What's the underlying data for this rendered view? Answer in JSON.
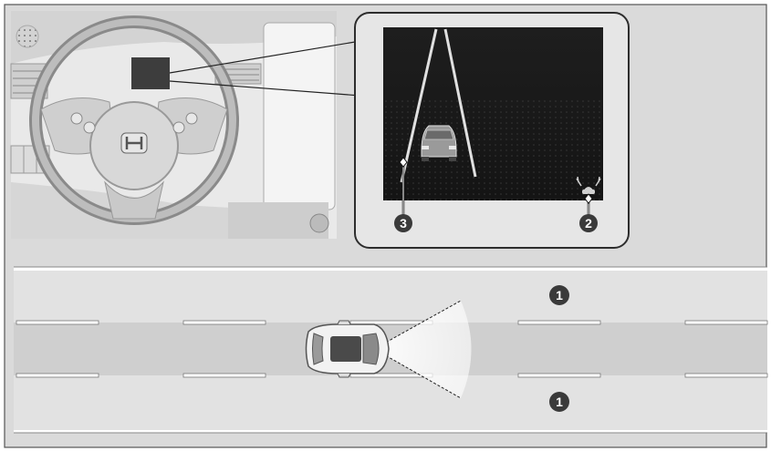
{
  "callouts": {
    "lane_display_marker": "3",
    "lkas_indicator_marker": "2",
    "lane_upper_marker": "1",
    "lane_lower_marker": "1"
  },
  "icons": {
    "steering_wheel_emblem": "honda-h-logo-icon",
    "display_car": "vehicle-rear-view-icon",
    "lkas_indicator": "lane-keep-assist-icon",
    "road_car": "vehicle-top-view-icon"
  },
  "colors": {
    "background": "#d9d9d9",
    "frame_border": "#555555",
    "display_screen": "#1a1a1a",
    "lane_line": "#e6e6e6",
    "callout_fill": "#3a3a3a",
    "callout_text": "#ffffff",
    "road_band": "#c8c8c8",
    "road_side": "#e2e2e2"
  }
}
